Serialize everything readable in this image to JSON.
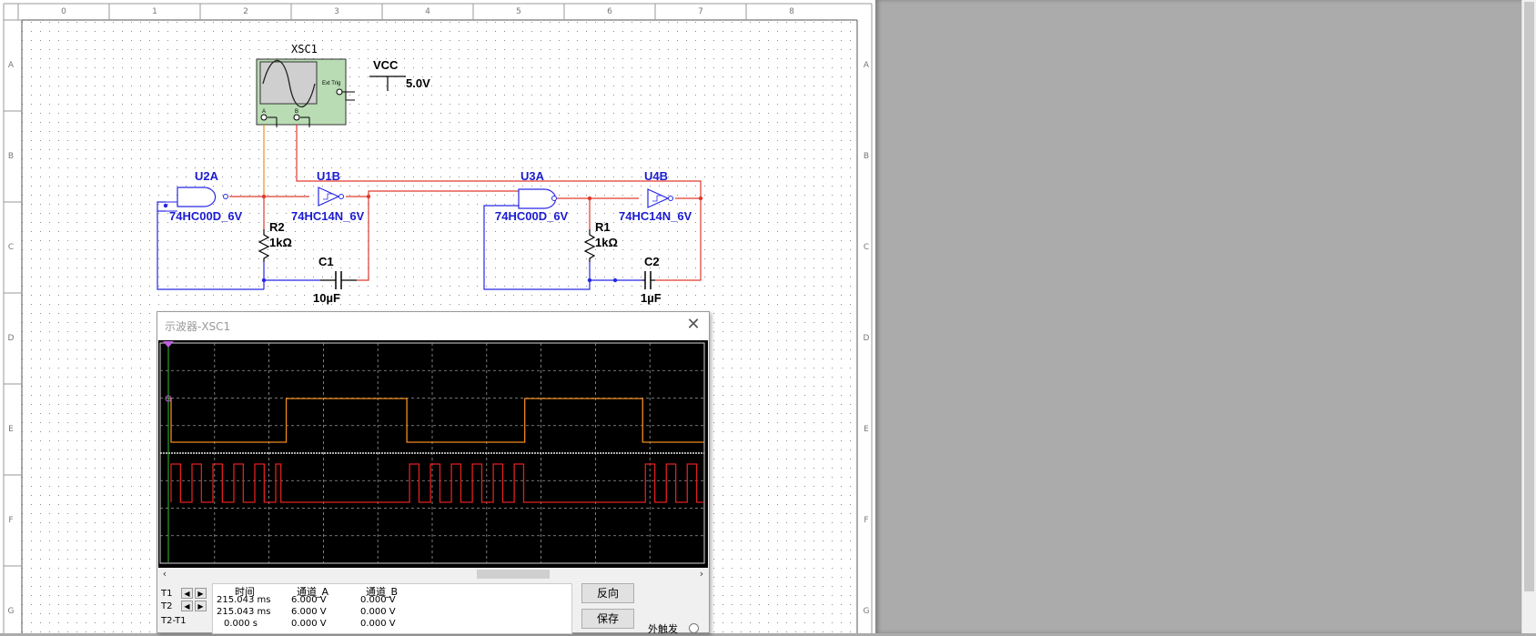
{
  "schematic": {
    "ruler_cols": [
      "0",
      "1",
      "2",
      "3",
      "4",
      "5",
      "6",
      "7",
      "8"
    ],
    "ruler_rows": [
      "A",
      "B",
      "C",
      "D",
      "E",
      "F",
      "G"
    ],
    "scope_ref": "XSC1",
    "scope_ext_trig": "Ext Trig",
    "scope_ch_a": "A",
    "scope_ch_b": "B",
    "vcc_label": "VCC",
    "vcc_value": "5.0V",
    "u2a": {
      "ref": "U2A",
      "part": "74HC00D_6V"
    },
    "u1b": {
      "ref": "U1B",
      "part": "74HC14N_6V"
    },
    "u3a": {
      "ref": "U3A",
      "part": "74HC00D_6V"
    },
    "u4b": {
      "ref": "U4B",
      "part": "74HC14N_6V"
    },
    "r2": {
      "ref": "R2",
      "value": "1kΩ"
    },
    "r1": {
      "ref": "R1",
      "value": "1kΩ"
    },
    "c1": {
      "ref": "C1",
      "value": "10µF"
    },
    "c2": {
      "ref": "C2",
      "value": "1µF"
    },
    "colors": {
      "wire_blue": "#2727e6",
      "wire_red": "#e03a2e",
      "wire_orange": "#f08a1e",
      "label_blue": "#1c1cd0"
    }
  },
  "oscilloscope": {
    "title": "示波器-XSC1",
    "channel_a_color": "#f08a1e",
    "channel_b_color": "#e02020",
    "channel_a_transitions_ms_fraction": [
      0.0,
      0.23,
      0.45,
      0.67,
      0.89,
      1.0
    ],
    "cursor_rows": [
      {
        "name": "T1",
        "time": "215.043 ms",
        "ch_a": "6.000 V",
        "ch_b": "0.000 V"
      },
      {
        "name": "T2",
        "time": "215.043 ms",
        "ch_a": "6.000 V",
        "ch_b": "0.000 V"
      },
      {
        "name": "T2-T1",
        "time": "0.000 s",
        "ch_a": "0.000 V",
        "ch_b": "0.000 V"
      }
    ],
    "col_time": "时间",
    "col_a": "通道_A",
    "col_b": "通道_B",
    "btn_reverse": "反向",
    "btn_save": "保存",
    "ext_trigger_label": "外触发"
  }
}
